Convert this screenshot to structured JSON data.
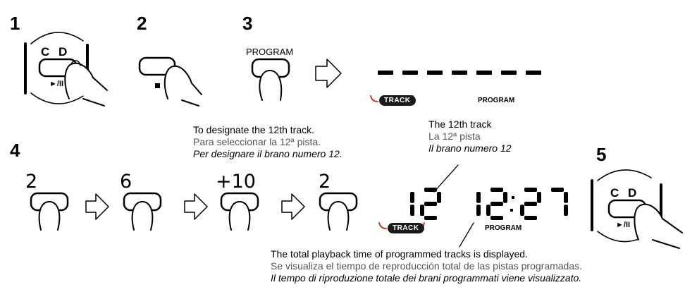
{
  "steps": [
    "1",
    "2",
    "3",
    "4",
    "5"
  ],
  "buttons": {
    "cd_label": "C D",
    "play_pause_label": "►/II",
    "program_label": "PROGRAM"
  },
  "display": {
    "track_badge": "TRACK",
    "program_label": "PROGRAM",
    "track_number": "12",
    "time_minutes": "12",
    "time_seconds": "27"
  },
  "number_keys": [
    "2",
    "6",
    "+10",
    "2"
  ],
  "captions": {
    "designate": {
      "en": "To designate the 12th track.",
      "es": "Para seleccionar la 12ª pista.",
      "it": "Per designare il brano numero 12."
    },
    "twelfth": {
      "en": "The 12th track",
      "es": "La 12ª pista",
      "it": "Il brano numero 12"
    },
    "total": {
      "en": "The total playback time of programmed tracks is displayed.",
      "es": "Se visualiza el tiempo de reproducción total de las pistas programadas.",
      "it": "Il tempo di riproduzione totale dei brani programmati viene visualizzato."
    }
  }
}
